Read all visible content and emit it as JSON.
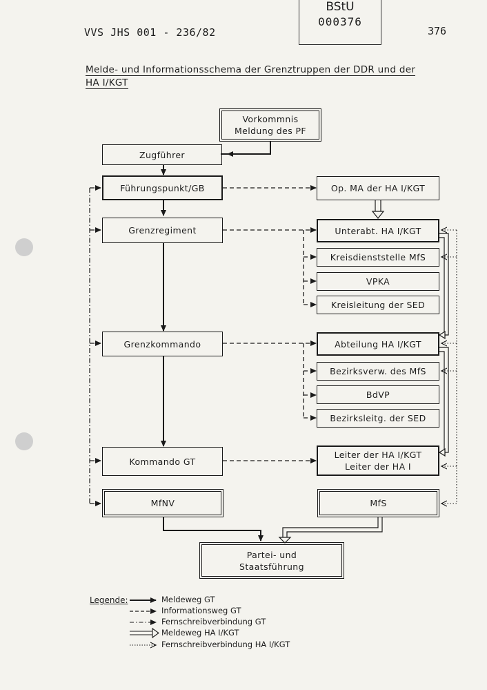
{
  "header": {
    "doc_id": "VVS JHS 001 - 236/82",
    "page_number": "376",
    "stamp_line1": "BStU",
    "stamp_line2": "000376"
  },
  "title": {
    "line1": "Melde- und Informationsschema der Grenztruppen der DDR und der",
    "line2": "HA I/KGT"
  },
  "boxes": {
    "vorkommnis_1": "Vorkommnis",
    "vorkommnis_2": "Meldung des PF",
    "zugfuehrer": "Zugführer",
    "fuehrungspunkt": "Führungspunkt/GB",
    "grenzregiment": "Grenzregiment",
    "grenzkommando": "Grenzkommando",
    "kommando_gt": "Kommando GT",
    "mfnv": "MfNV",
    "op_ma": "Op. MA der HA I/KGT",
    "unterabt": "Unterabt. HA I/KGT",
    "kreisdienststelle": "Kreisdienststelle MfS",
    "vpka": "VPKA",
    "kreisleitung": "Kreisleitung der SED",
    "abteilung": "Abteilung HA I/KGT",
    "bezirksverw": "Bezirksverw. des MfS",
    "bdvp": "BdVP",
    "bezirksleitg": "Bezirksleitg. der SED",
    "leiter_1": "Leiter der HA I/KGT",
    "leiter_2": "Leiter der HA I",
    "mfs": "MfS",
    "partei_1": "Partei- und",
    "partei_2": "Staatsführung"
  },
  "legend": {
    "heading": "Legende:",
    "items": [
      {
        "label": "Meldeweg GT",
        "style": "solid-arrow"
      },
      {
        "label": "Informationsweg GT",
        "style": "dashed-arrow"
      },
      {
        "label": "Fernschreibverbindung GT",
        "style": "dash-dot-arrow"
      },
      {
        "label": "Meldeweg HA I/KGT",
        "style": "double-arrow"
      },
      {
        "label": "Fernschreibverbindung HA I/KGT",
        "style": "dotted-arrow"
      }
    ]
  },
  "colors": {
    "paper": "#f4f3ee",
    "ink": "#1a1a1a",
    "hole": "#cfcfcf"
  }
}
